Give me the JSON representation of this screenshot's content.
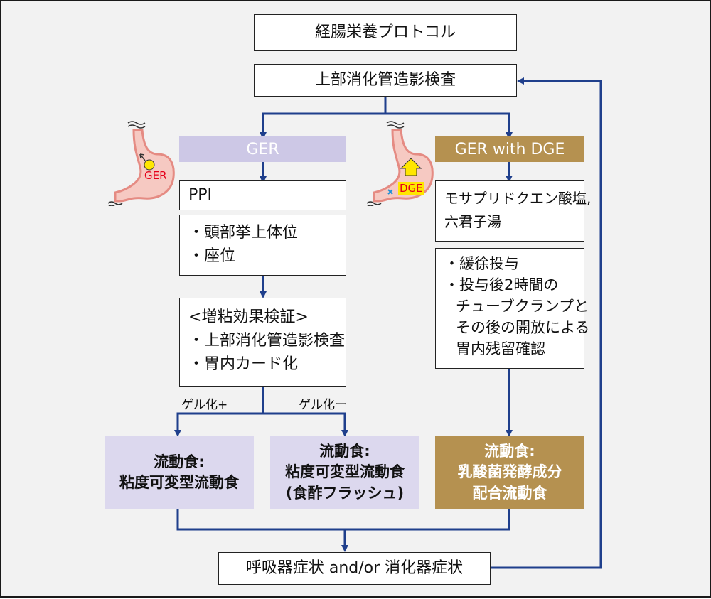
{
  "title": "経腸栄養プロトコル",
  "exam": "上部消化管造影検査",
  "ger": {
    "label": "GER",
    "stomach_label": "GER",
    "ppi": "PPI",
    "position_items": [
      "・頭部挙上体位",
      "・座位"
    ],
    "verify": {
      "heading": "<増粘効果検証>",
      "items": [
        "・上部消化管造影検査",
        "・胃内カード化"
      ]
    },
    "gel_plus": "ゲル化+",
    "gel_minus": "ゲル化ー",
    "diet_a": [
      "流動食:",
      "粘度可変型流動食"
    ],
    "diet_b": [
      "流動食:",
      "粘度可変型流動食",
      "(食酢フラッシュ)"
    ]
  },
  "ger_dge": {
    "label": "GER with DGE",
    "stomach_label": "DGE",
    "drugs": [
      "モサプリドクエン酸塩,",
      "六君子湯"
    ],
    "method_items": [
      "・緩徐投与",
      "・投与後2時間の",
      "チューブクランプと",
      "その後の開放による",
      "胃内残留確認"
    ],
    "diet_c": [
      "流動食:",
      "乳酸菌発酵成分",
      "配合流動食"
    ]
  },
  "symptoms": "呼吸器症状 and/or 消化器症状",
  "colors": {
    "arrow": "#1f3f8c",
    "ger_band": "#cdc8e6",
    "ger_band_text": "#ffffff",
    "dge_band": "#b59150",
    "dge_band_text": "#ffffff",
    "diet_lavender": "#dcd8ee",
    "diet_tan": "#b59150",
    "stomach_fill": "#f6c9c2",
    "stomach_stroke": "#e58b83",
    "ger_text": "#e5001a",
    "marker_yellow": "#ffe600",
    "x_mark": "#1c8fd6"
  }
}
